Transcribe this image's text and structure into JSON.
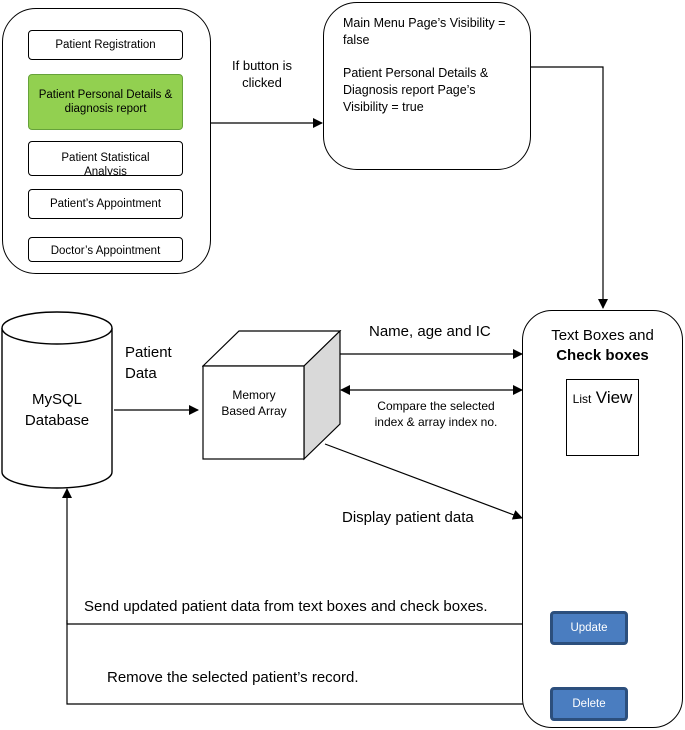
{
  "menu": {
    "buttons": [
      "Patient Registration",
      "Patient Personal Details & diagnosis report",
      "Patient Statistical Analysis",
      "Patient’s Appointment",
      "Doctor’s Appointment"
    ]
  },
  "labels": {
    "if_clicked": "If button is clicked",
    "visibility_line1": "Main Menu Page’s Visibility = false",
    "visibility_line2": "Patient Personal Details & Diagnosis report Page’s Visibility = true",
    "patient_data": "Patient Data",
    "name_age_ic": "Name, age and IC",
    "compare": "Compare the selected index & array index no.",
    "display": "Display patient data",
    "send_updated": "Send updated patient data from text boxes and check boxes.",
    "remove": "Remove the selected patient’s record."
  },
  "database": {
    "label": "MySQL Database"
  },
  "memory": {
    "label": "Memory Based Array"
  },
  "right_panel": {
    "title": "Text Boxes and",
    "title_bold": "Check boxes",
    "list_small": "List",
    "list_large": "View",
    "update": "Update",
    "delete": "Delete"
  },
  "colors": {
    "active_button": "#92d050",
    "action_button": "#4a7dc0",
    "action_border": "#2c4f7d",
    "cube_side": "#d9d9d9"
  }
}
